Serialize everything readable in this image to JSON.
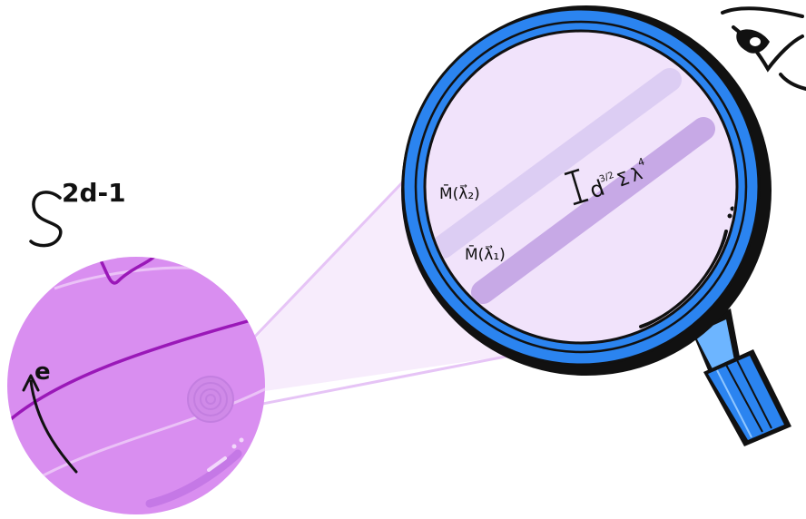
{
  "sphere_label": {
    "base": "S",
    "exponent": "2d-1"
  },
  "direction_label": "e",
  "lens": {
    "upper_label": "M̄(λ⃗₂)",
    "lower_label": "M̄(λ⃗₁)",
    "distance_label": {
      "d": "d",
      "d_exp": "3/2",
      "sigma": "Σ",
      "lambda": "λ",
      "lambda_exp": "4"
    }
  },
  "colors": {
    "sphere_fill": "#d98ef0",
    "sphere_curve": "#9a18b8",
    "lens_rim": "#2b84f0",
    "lens_glass": "#f1e3fb",
    "band_light": "#dccdf3",
    "band_dark": "#c7a9e6",
    "outline": "#111111"
  },
  "icons": [
    "eye-icon",
    "magnifying-glass-icon"
  ]
}
